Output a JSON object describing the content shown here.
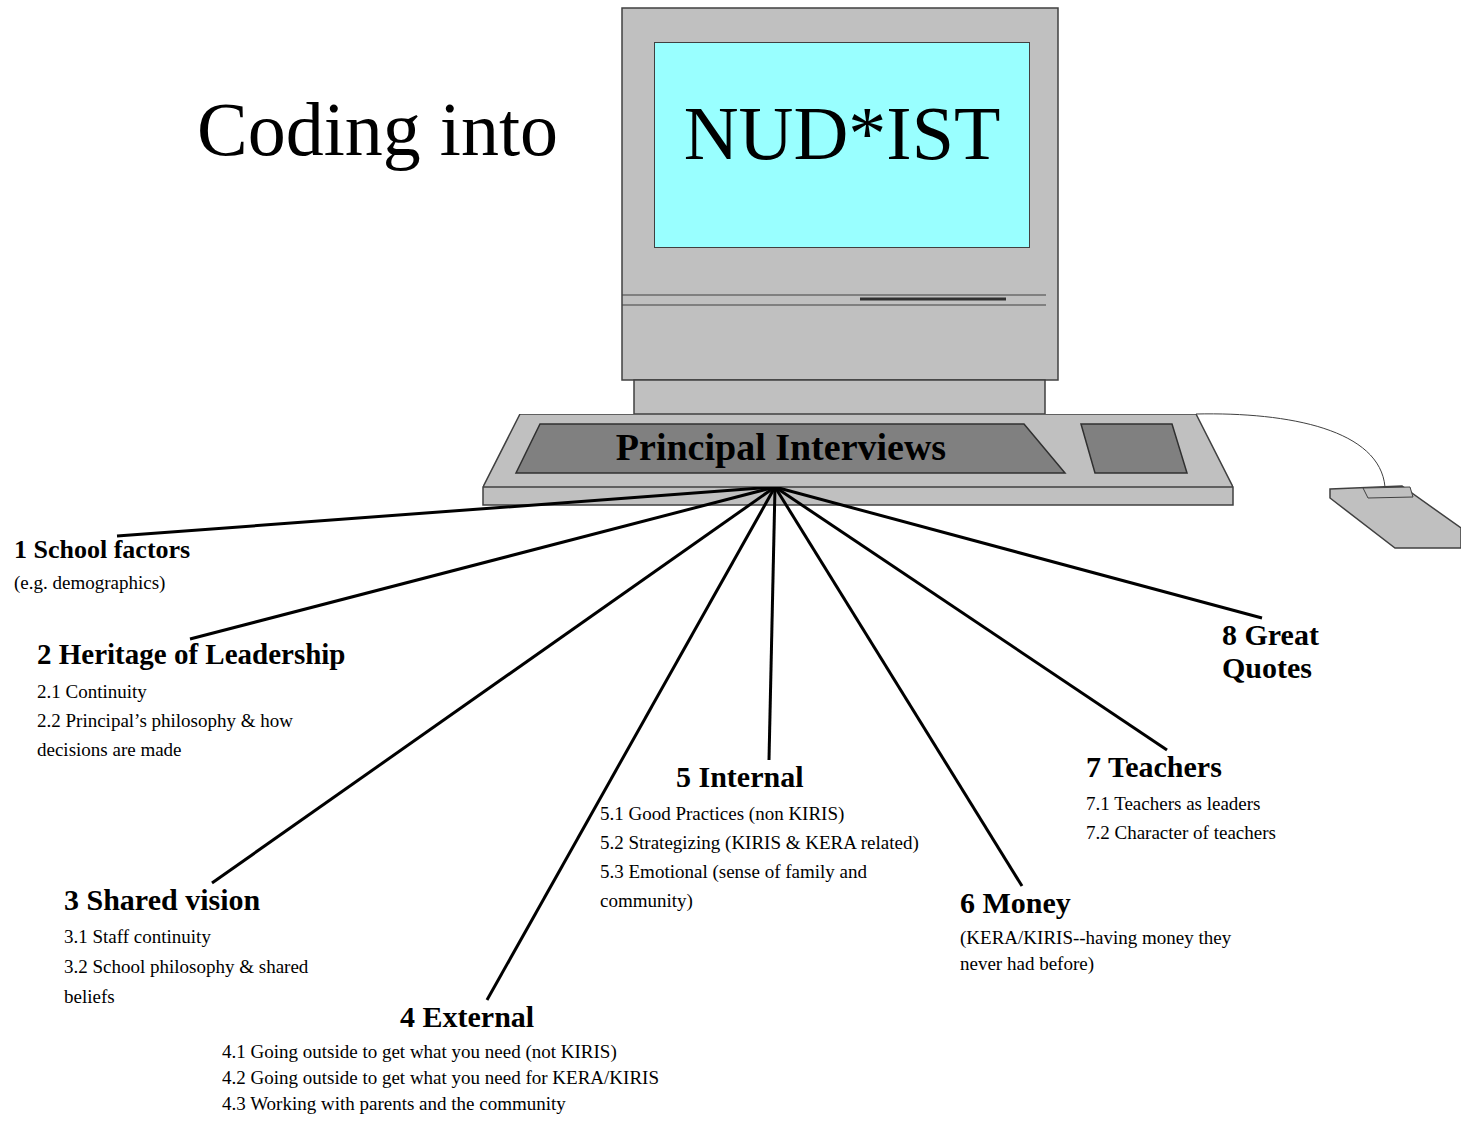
{
  "diagram": {
    "nodes": [
      {
        "text": [
          "NUD*IST"
        ]
      },
      {
        "text": [
          "Principal Interviews"
        ]
      },
      {
        "text": [
          "1 School factors",
          "(e.g. demographics)"
        ]
      },
      {
        "text": [
          "2 Heritage of Leadership",
          "2.1 Continuity",
          "2.2 Principal’s philosophy & how decisions are made"
        ]
      },
      {
        "text": [
          "3 Shared vision",
          "3.1 Staff continuity",
          "3.2 School philosophy & shared beliefs"
        ]
      },
      {
        "text": [
          "4 External",
          "4.1 Going outside to get what you need (not KIRIS)",
          "4.2 Going outside to get what you need for KERA/KIRIS",
          "4.3 Working with parents and the community"
        ]
      },
      {
        "text": [
          "5 Internal",
          "5.1 Good Practices (non KIRIS)",
          "5.2 Strategizing (KIRIS & KERA related)",
          "5.3 Emotional (sense of family and community)"
        ]
      },
      {
        "text": [
          "6 Money",
          "(KERA/KIRIS--having money they never had before)"
        ]
      },
      {
        "text": [
          "7 Teachers",
          "7.1 Teachers as leaders",
          "7.2 Character of teachers"
        ]
      },
      {
        "text": [
          "8 Great Quotes"
        ]
      }
    ],
    "edges": [
      {
        "from": 1,
        "to": 2,
        "arrow": "none"
      },
      {
        "from": 1,
        "to": 3,
        "arrow": "none"
      },
      {
        "from": 1,
        "to": 4,
        "arrow": "none"
      },
      {
        "from": 1,
        "to": 5,
        "arrow": "none"
      },
      {
        "from": 1,
        "to": 6,
        "arrow": "none"
      },
      {
        "from": 1,
        "to": 7,
        "arrow": "none"
      },
      {
        "from": 1,
        "to": 8,
        "arrow": "none"
      },
      {
        "from": 1,
        "to": 9,
        "arrow": "none"
      }
    ],
    "labels": [
      "Coding into"
    ]
  }
}
